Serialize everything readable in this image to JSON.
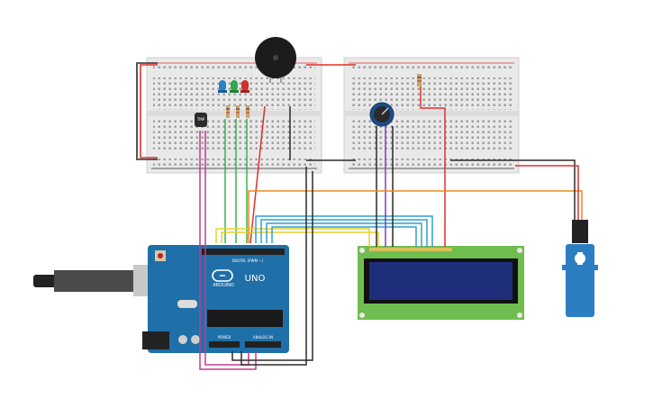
{
  "arduino": {
    "logo_text": "ARDUINO",
    "model": "UNO",
    "digital_header_label": "DIGITAL (PWM ~)",
    "power_header_label": "POWER",
    "analog_header_label": "ANALOG IN"
  },
  "temp_sensor": {
    "label": "TMP"
  },
  "colors": {
    "wire_black": "#2b2b2b",
    "wire_red": "#e0302c",
    "wire_green": "#36b54a",
    "wire_yellow": "#e6d22e",
    "wire_blue": "#2f9fd0",
    "wire_purple": "#7e3fbf",
    "wire_orange": "#f08a1f",
    "wire_magenta": "#c23a8f",
    "arduino_board": "#1f6fa8",
    "lcd_board": "#6fbd4f",
    "lcd_screen": "#1e2e7a",
    "servo_body": "#2d7ec0",
    "breadboard": "#e8e8e8"
  },
  "icons": [
    "usb-connector-icon",
    "buzzer-icon",
    "potentiometer-icon",
    "servo-icon",
    "led-icon",
    "resistor-icon"
  ]
}
